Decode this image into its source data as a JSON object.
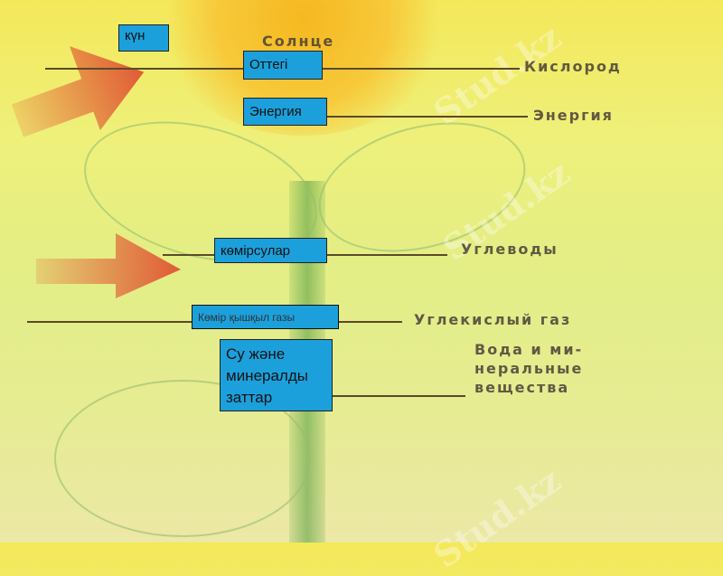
{
  "watermark": "Stud.kz",
  "labels_ru": {
    "sun": "Солнце",
    "oxygen": "Кислород",
    "energy": "Энергия",
    "carbs": "Углеводы",
    "co2": "Углекислый газ",
    "water_l1": "Вода и ми-",
    "water_l2": "неральные",
    "water_l3": "вещества"
  },
  "labels_kz": {
    "sun": "күн",
    "oxygen": "Оттегі",
    "energy": "Энергия",
    "carbs": "көмірсулар",
    "co2": "Көмір қышқыл газы",
    "water": "Су және минералды заттар"
  },
  "colors": {
    "box": "#1ba0dc",
    "arrow": "#e05a35",
    "sun": "#f6b820"
  }
}
